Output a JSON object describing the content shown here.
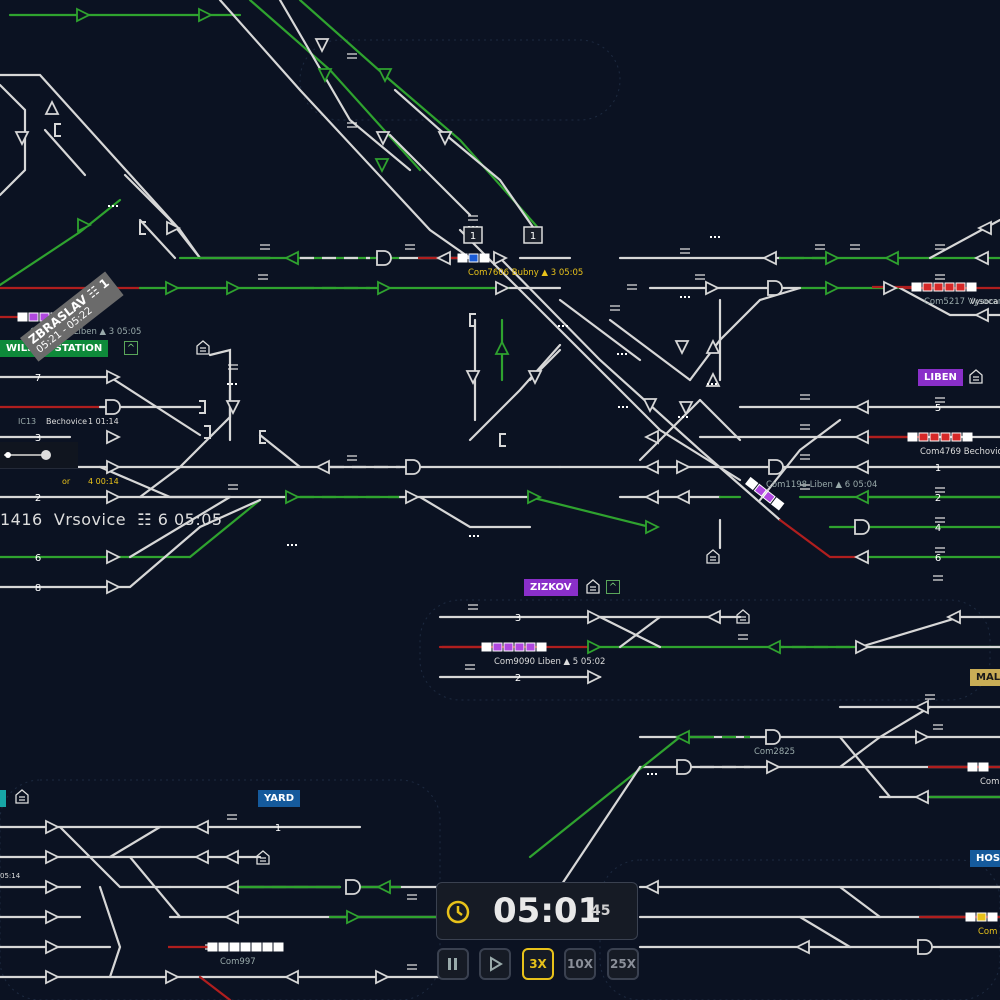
{
  "colors": {
    "background": "#0b1222",
    "track": "#d7d7d7",
    "route_green": "#2fa32f",
    "route_red": "#b01e1e",
    "accent_yellow": "#e8c21a",
    "station_green": "#0e8a3a",
    "station_purple": "#8a2fc9",
    "station_blue": "#155a9c",
    "station_gold": "#c9ad56",
    "station_gray": "#6b6b6b"
  },
  "stations": {
    "wilson": "WILSON STATION",
    "liben": "LIBEN",
    "zizkov": "ZIZKOV",
    "yard": "YARD",
    "male": "MALE",
    "host": "HOST"
  },
  "tooltip": {
    "title": "ZBRASLAV",
    "platform": "1",
    "times": "05:21 - 05:22"
  },
  "trains": [
    {
      "id": "Com7606",
      "dest": "Bubny",
      "platform": "3",
      "time": "05:05"
    },
    {
      "id": "Com1226",
      "dest": "Liben",
      "platform": "3",
      "time": "05:05"
    },
    {
      "id": "Com5217",
      "dest": "Vysocany",
      "platform": "",
      "time": ""
    },
    {
      "id": "Com4769",
      "dest": "Bechovice",
      "platform": "",
      "time": ""
    },
    {
      "id": "Com1198",
      "dest": "Liben",
      "platform": "6",
      "time": "05:04"
    },
    {
      "id": "Com9090",
      "dest": "Liben",
      "platform": "5",
      "time": "05:02"
    },
    {
      "id": "Com2825",
      "dest": "",
      "platform": "",
      "time": ""
    },
    {
      "id": "Com997",
      "dest": "",
      "platform": "",
      "time": ""
    },
    {
      "id": "Com",
      "dest": "",
      "platform": "",
      "time": ""
    },
    {
      "id": "Com",
      "dest": "",
      "platform": "",
      "time": ""
    }
  ],
  "partial_labels": {
    "ic13": "IC13",
    "bechovice_frag": "Bechovice",
    "t0114": "1 01:14",
    "t0014": "4 00:14",
    "or_frag": "or",
    "vysoc_frag": "Vysoca",
    "ic_time": "05:14"
  },
  "big_schedule": {
    "id_frag": "1416",
    "dest": "Vrsovice",
    "platform": "6",
    "time": "05:05"
  },
  "track_numbers": {
    "west": [
      "7",
      "3",
      "2",
      "6",
      "8"
    ],
    "liben": [
      "5",
      "1",
      "2",
      "4",
      "6"
    ],
    "zizkov": [
      "3",
      "2"
    ],
    "yard": [
      "1"
    ]
  },
  "signal_boxes": [
    "1",
    "1"
  ],
  "clock": {
    "time": "05:01",
    "seconds": "45",
    "icon": "clock-icon"
  },
  "controls": {
    "pause": "pause-icon",
    "play": "play-icon",
    "speed_3x": "3X",
    "speed_10x": "10X",
    "speed_25x": "25X",
    "active": "3X"
  }
}
